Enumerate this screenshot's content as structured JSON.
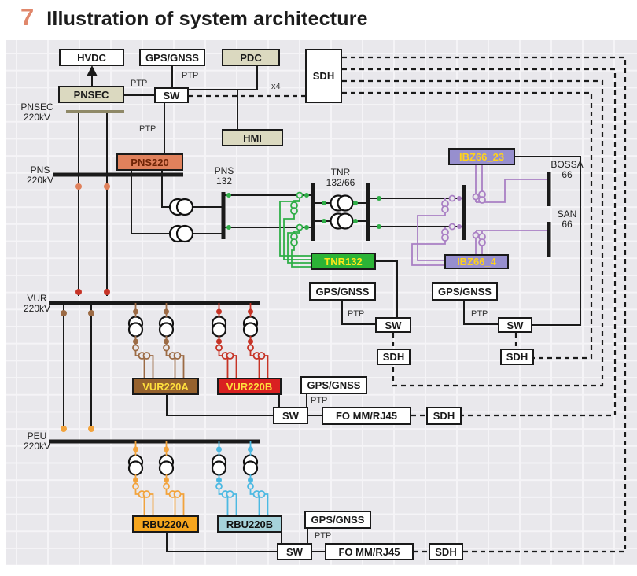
{
  "title": {
    "number": "7",
    "text": "Illustration of system architecture"
  },
  "nodes": {
    "hvdc": "HVDC",
    "gps_top": "GPS/GNSS",
    "pdc": "PDC",
    "sdh_top": "SDH",
    "pnsec": "PNSEC",
    "sw_top": "SW",
    "hmi": "HMI",
    "pns220": "PNS220",
    "tnr132": "TNR132",
    "ibz66_23": "IBZ66_23",
    "ibz66_4": "IBZ66_4",
    "gps_tnr": "GPS/GNSS",
    "gps_ibz": "GPS/GNSS",
    "sw_tnr": "SW",
    "sw_ibz": "SW",
    "sdh_tnr": "SDH",
    "sdh_ibz": "SDH",
    "vur220a": "VUR220A",
    "vur220b": "VUR220B",
    "gps_vur": "GPS/GNSS",
    "sw_vur": "SW",
    "fo_vur": "FO MM/RJ45",
    "sdh_vur": "SDH",
    "rbu220a": "RBU220A",
    "rbu220b": "RBU220B",
    "gps_rbu": "GPS/GNSS",
    "sw_rbu": "SW",
    "fo_rbu": "FO MM/RJ45",
    "sdh_rbu": "SDH"
  },
  "buses": {
    "pnsec": {
      "name": "PNSEC",
      "voltage": "220kV"
    },
    "pns": {
      "name": "PNS",
      "voltage": "220kV"
    },
    "pns132": {
      "name": "PNS",
      "voltage": "132"
    },
    "tnr": {
      "name": "TNR",
      "voltage": "132/66"
    },
    "bossa": {
      "name": "BOSSA",
      "voltage": "66"
    },
    "san": {
      "name": "SAN",
      "voltage": "66"
    },
    "vur": {
      "name": "VUR",
      "voltage": "220kV"
    },
    "peu": {
      "name": "PEU",
      "voltage": "220kV"
    }
  },
  "annotations": {
    "ptp": "PTP",
    "x4": "x4"
  },
  "palette": {
    "title_accent": "#e0876b",
    "diagram_bg": "#e9e8ec",
    "grid_line": "#f5f4f7",
    "wire_black": "#1a1a1a",
    "wire_green": "#2fae47",
    "wire_purple": "#a97fc4",
    "wire_brown": "#9c6b45",
    "wire_red": "#c63326",
    "wire_orange": "#f2a33c",
    "wire_cyan": "#4cb9e2",
    "box_beige": "#dbd9c0",
    "box_salmon": "#e0815c",
    "box_green": "#2cb436",
    "box_purple": "#978fce",
    "box_brown": "#96622e",
    "box_red": "#d92121",
    "box_orange": "#f5a51d",
    "box_blue": "#a6d2da"
  }
}
